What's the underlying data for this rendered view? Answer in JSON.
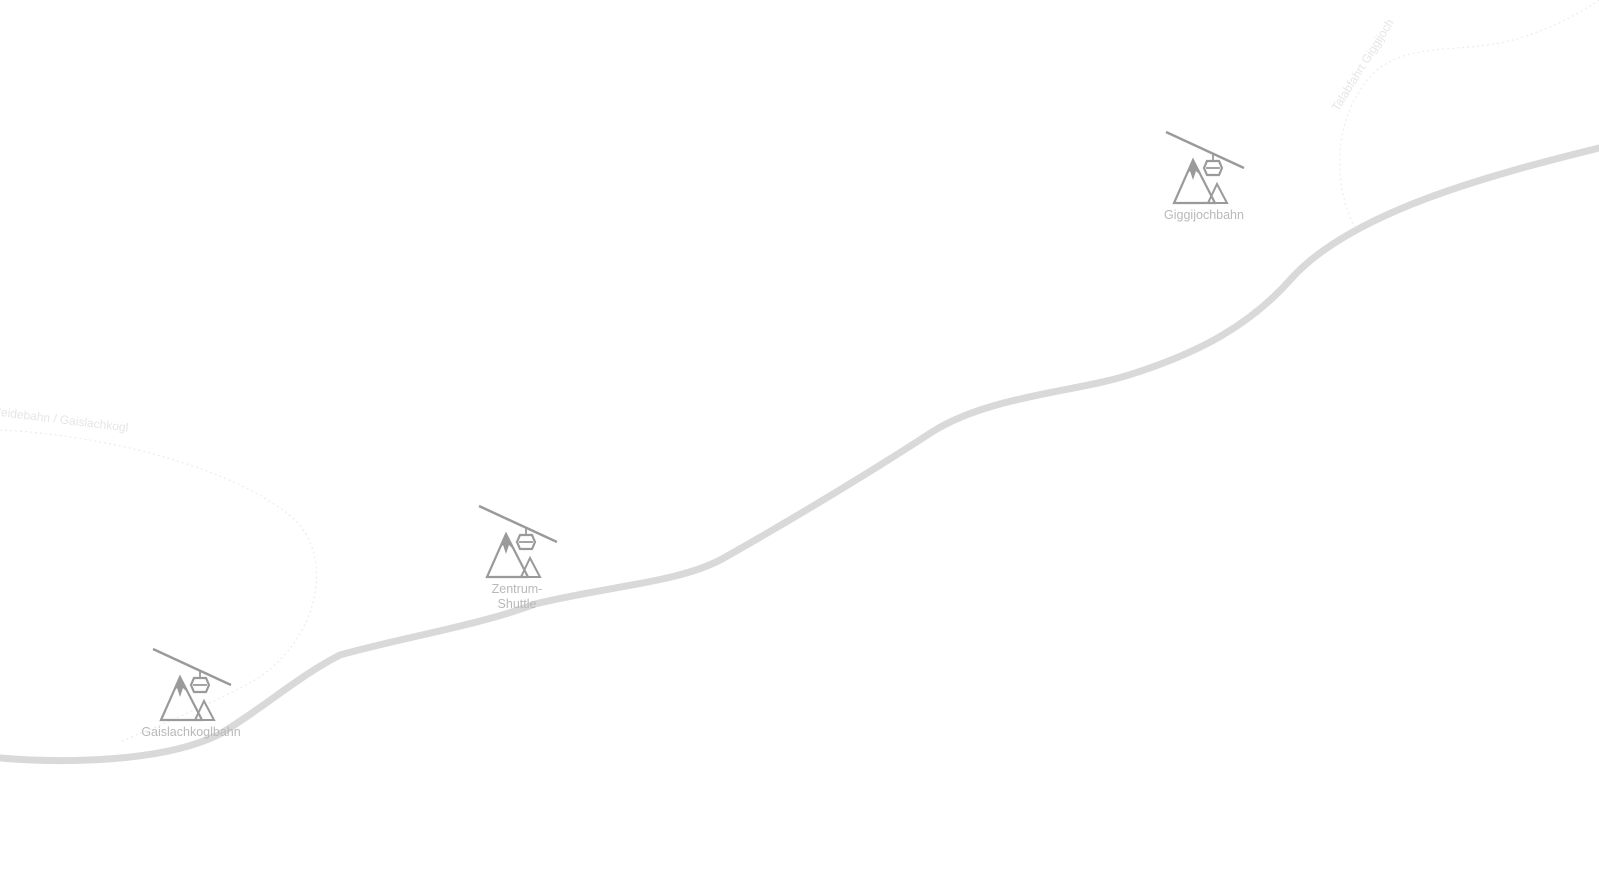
{
  "stations": [
    {
      "id": "gaislachkoglbahn",
      "label": "Gaislachkoglbahn",
      "icon": "cable-car-mountain-icon"
    },
    {
      "id": "zentrum-shuttle",
      "label": "Zentrum-\nShuttle",
      "icon": "cable-car-mountain-icon"
    },
    {
      "id": "giggijochbahn",
      "label": "Giggijochbahn",
      "icon": "cable-car-mountain-icon"
    }
  ],
  "routes": {
    "left_dotted_label": "Heidebahn / Gaislachkogl",
    "right_dotted_label": "Talabfahrt Giggijoch"
  },
  "colors": {
    "main_road": "#d9d9d9",
    "dotted_route": "#ececec",
    "icon": "#9a9a9a",
    "label": "#b9b9b9",
    "route_label": "#e6e6e6"
  }
}
